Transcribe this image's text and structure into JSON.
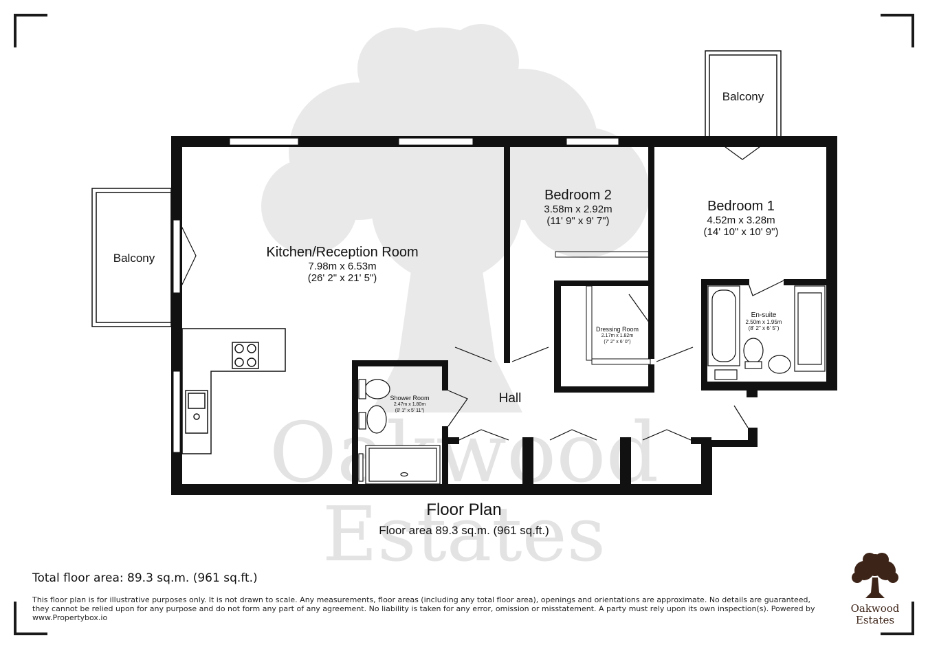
{
  "colors": {
    "wall": "#111111",
    "watermark": "#e3e3e3",
    "logo_brown": "#3d2418"
  },
  "watermark": {
    "line1": "Oakwood",
    "line2": "Estates"
  },
  "rooms": {
    "kitchen": {
      "name": "Kitchen/Reception Room",
      "metric": "7.98m x 6.53m",
      "imperial": "(26' 2\" x 21' 5\")"
    },
    "bedroom2": {
      "name": "Bedroom 2",
      "metric": "3.58m x 2.92m",
      "imperial": "(11' 9\" x 9' 7\")"
    },
    "bedroom1": {
      "name": "Bedroom 1",
      "metric": "4.52m x 3.28m",
      "imperial": "(14' 10\" x 10' 9\")"
    },
    "dressing": {
      "name": "Dressing Room",
      "metric": "2.17m x 1.82m",
      "imperial": "(7' 2\" x 6' 0\")"
    },
    "ensuite": {
      "name": "En-suite",
      "metric": "2.50m x 1.95m",
      "imperial": "(8' 2\" x 6' 5\")"
    },
    "shower": {
      "name": "Shower Room",
      "metric": "2.47m x 1.80m",
      "imperial": "(8' 1\" x 5' 11\")"
    },
    "hall": {
      "name": "Hall"
    },
    "balcony_left": {
      "name": "Balcony"
    },
    "balcony_top": {
      "name": "Balcony"
    }
  },
  "plan_title": "Floor Plan",
  "plan_area": "Floor area 89.3 sq.m. (961 sq.ft.)",
  "total_area": "Total floor area: 89.3 sq.m. (961 sq.ft.)",
  "disclaimer": "This floor plan is for illustrative purposes only. It is not drawn to scale. Any measurements, floor areas (including any total floor area), openings and orientations are approximate. No details are guaranteed, they cannot be relied upon for any purpose and do not form any part of any agreement. No liability is taken for any error, omission or misstatement. A party must rely upon its own inspection(s). Powered by www.Propertybox.io",
  "logo": {
    "icon": "oak-tree-icon",
    "line1": "Oakwood",
    "line2": "Estates"
  }
}
